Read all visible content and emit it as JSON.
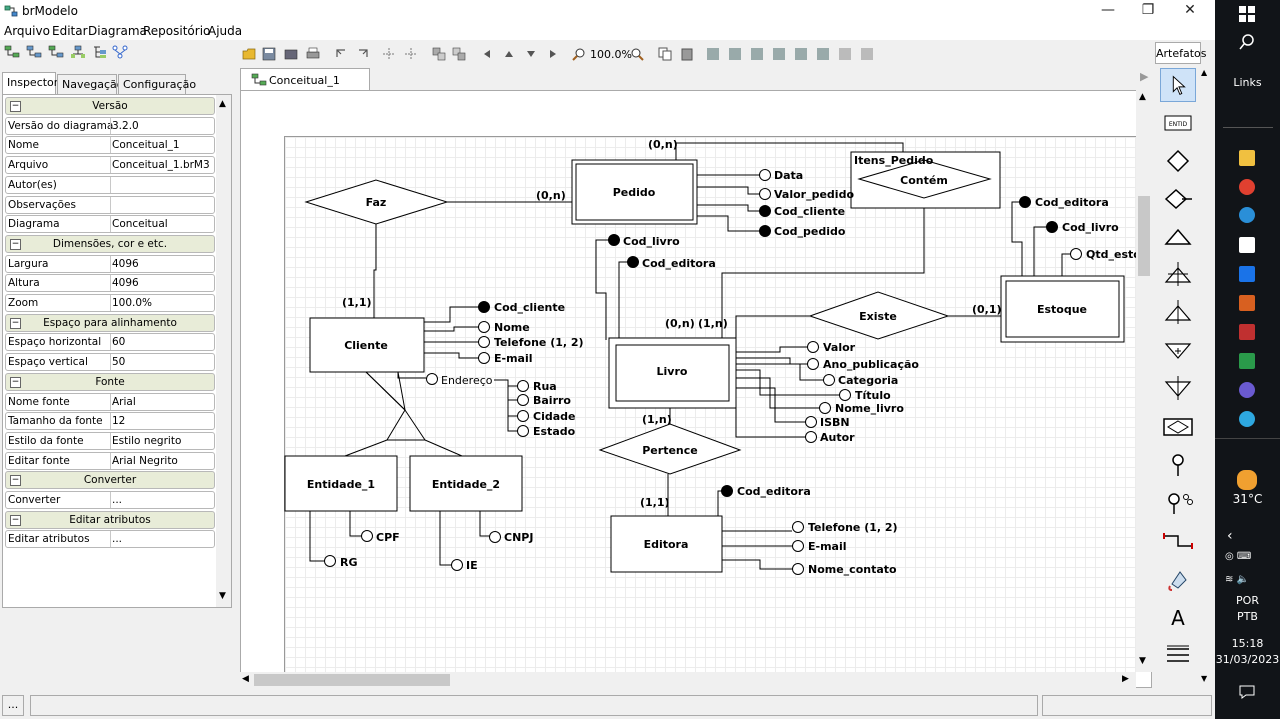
{
  "window": {
    "title": "brModelo"
  },
  "menu": [
    "Arquivo",
    "Editar",
    "Diagrama",
    "Repositório",
    "Ajuda"
  ],
  "tabs": [
    "Inspector",
    "Navegação",
    "Configuração"
  ],
  "inspector": {
    "rows": [
      {
        "type": "section",
        "label": "Versão"
      },
      {
        "type": "row",
        "k": "Versão do diagrama",
        "v": "3.2.0"
      },
      {
        "type": "row",
        "k": "Nome",
        "v": "Conceitual_1"
      },
      {
        "type": "row",
        "k": "Arquivo",
        "v": "Conceitual_1.brM3"
      },
      {
        "type": "row",
        "k": "Autor(es)",
        "v": ""
      },
      {
        "type": "row",
        "k": "Observações",
        "v": ""
      },
      {
        "type": "row",
        "k": "Diagrama",
        "v": "Conceitual"
      },
      {
        "type": "section",
        "label": "Dimensões, cor e etc."
      },
      {
        "type": "row",
        "k": "Largura",
        "v": "4096"
      },
      {
        "type": "row",
        "k": "Altura",
        "v": "4096"
      },
      {
        "type": "row",
        "k": "Zoom",
        "v": "100.0%"
      },
      {
        "type": "section",
        "label": "Espaço para alinhamento"
      },
      {
        "type": "row",
        "k": "Espaço horizontal",
        "v": "60"
      },
      {
        "type": "row",
        "k": "Espaço vertical",
        "v": "50"
      },
      {
        "type": "section",
        "label": "Fonte"
      },
      {
        "type": "row",
        "k": "Nome fonte",
        "v": "Arial"
      },
      {
        "type": "row",
        "k": "Tamanho da fonte",
        "v": "12"
      },
      {
        "type": "row",
        "k": "Estilo da fonte",
        "v": "Estilo negrito"
      },
      {
        "type": "row",
        "k": "Editar fonte",
        "v": "Arial Negrito"
      },
      {
        "type": "section",
        "label": "Converter"
      },
      {
        "type": "row",
        "k": "Converter",
        "v": "..."
      },
      {
        "type": "section",
        "label": "Editar atributos"
      },
      {
        "type": "row",
        "k": "Editar atributos",
        "v": "..."
      }
    ]
  },
  "toolbar": {
    "zoom": "100.0%"
  },
  "doc_tab": "Conceitual_1",
  "artefatos_label": "Artefatos",
  "status": {
    "left": "..."
  },
  "taskbar": {
    "links": "Links",
    "temp": "31°C",
    "lang1": "POR",
    "lang2": "PTB",
    "time": "15:18",
    "date": "31/03/2023"
  },
  "diagram": {
    "entities": {
      "pedido": "Pedido",
      "cliente": "Cliente",
      "livro": "Livro",
      "estoque": "Estoque",
      "editora": "Editora",
      "entidade1": "Entidade_1",
      "entidade2": "Entidade_2",
      "itens_pedido": "Itens_Pedido"
    },
    "relations": {
      "faz": "Faz",
      "contem": "Contém",
      "existe": "Existe",
      "pertence": "Pertence"
    },
    "cardinalities": {
      "faz_pedido": "(0,n)",
      "faz_cliente": "(1,1)",
      "contem_top": "(0,n)",
      "contem_livro": "(1,n)",
      "existe_livro": "(0,n)",
      "existe_estoque": "(0,1)",
      "pertence_livro": "(1,n)",
      "pertence_editora": "(1,1)"
    },
    "attrs": {
      "pedido": [
        "Data",
        "Valor_pedido",
        "Cod_cliente",
        "Cod_pedido"
      ],
      "itens": [
        "Cod_livro",
        "Cod_editora"
      ],
      "estoque": [
        "Cod_editora",
        "Cod_livro",
        "Qtd_esto"
      ],
      "cliente": [
        "Cod_cliente",
        "Nome",
        "Telefone (1, 2)",
        "E-mail",
        "Endereço"
      ],
      "endereco": [
        "Rua",
        "Bairro",
        "Cidade",
        "Estado"
      ],
      "livro": [
        "Valor",
        "Ano_publicação",
        "Categoria",
        "Título",
        "Nome_livro",
        "ISBN",
        "Autor"
      ],
      "editora": [
        "Cod_editora",
        "Telefone (1, 2)",
        "E-mail",
        "Nome_contato"
      ],
      "e1": [
        "CPF",
        "RG"
      ],
      "e2": [
        "CNPJ",
        "IE"
      ]
    }
  }
}
